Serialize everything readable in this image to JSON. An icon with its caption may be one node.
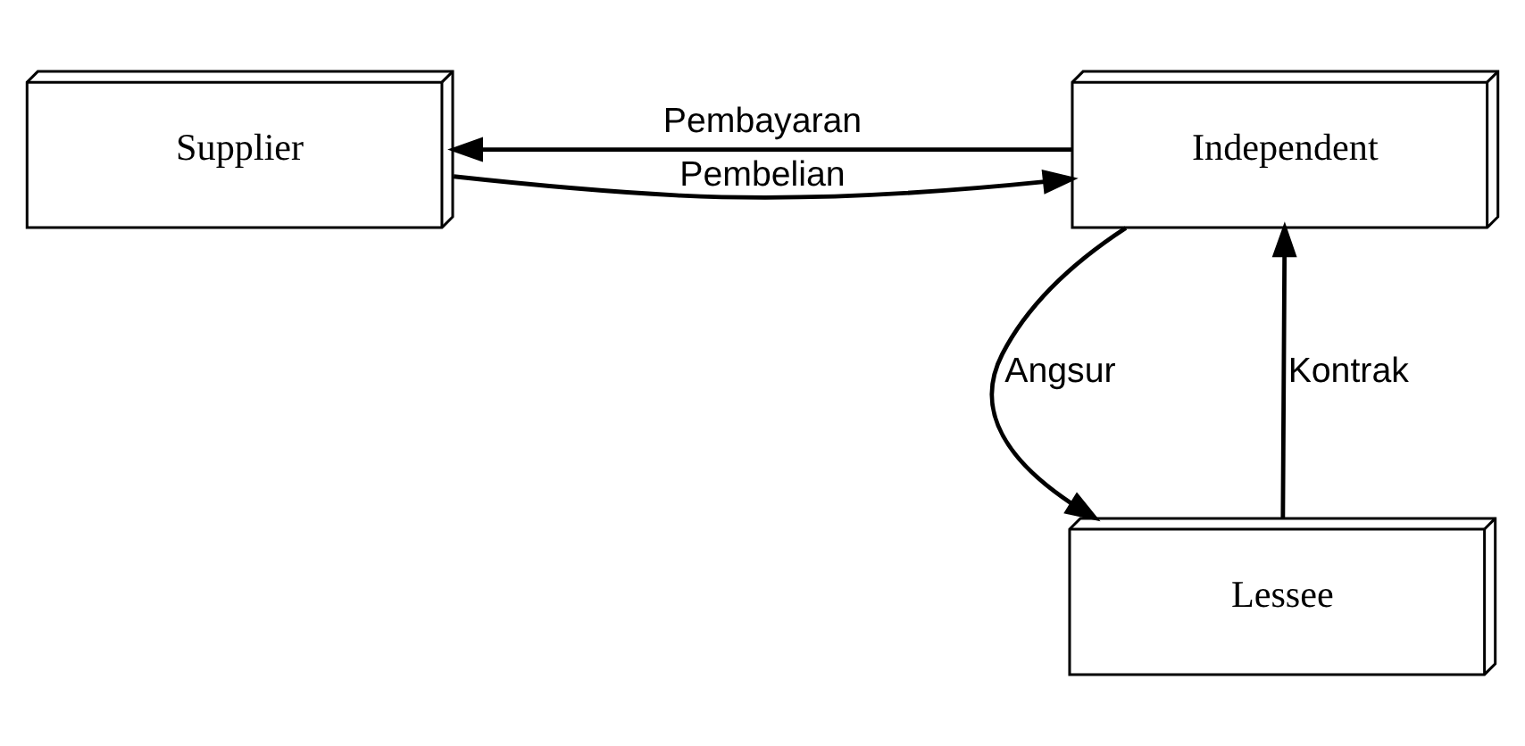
{
  "diagram": {
    "nodes": [
      {
        "text": [
          "Supplier"
        ]
      },
      {
        "text": [
          "Independent"
        ]
      },
      {
        "text": [
          "Lessee"
        ]
      }
    ],
    "edges": [
      {
        "from": 0,
        "to": 1,
        "arrow": "to",
        "label": "Pembelian"
      },
      {
        "from": 1,
        "to": 0,
        "arrow": "to",
        "label": "Pembayaran"
      },
      {
        "from": 1,
        "to": 2,
        "arrow": "to",
        "label": "Angsur"
      },
      {
        "from": 2,
        "to": 1,
        "arrow": "to",
        "label": "Kontrak"
      }
    ]
  }
}
